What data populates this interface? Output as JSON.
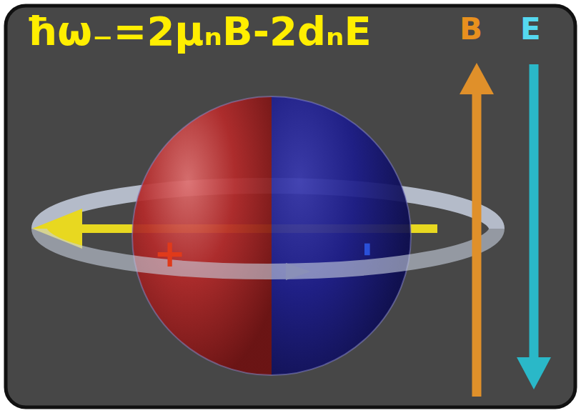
{
  "diagram": {
    "title": "ħω₋=2μₙB-2dₙE",
    "labels": [
      "B",
      "E",
      "+",
      "-"
    ]
  }
}
